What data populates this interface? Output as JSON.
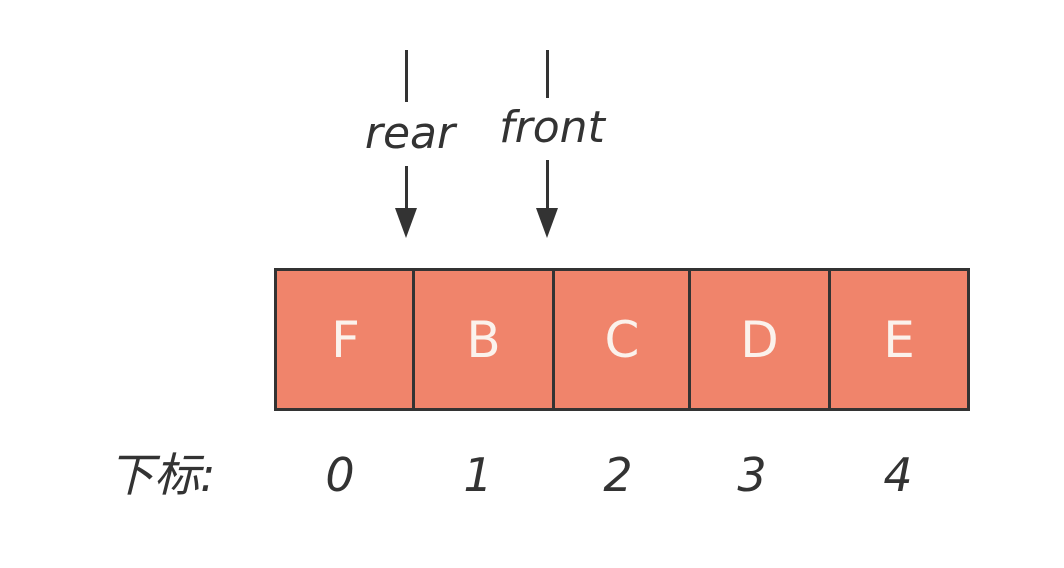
{
  "pointers": {
    "rear": "rear",
    "front": "front"
  },
  "cells": [
    "F",
    "B",
    "C",
    "D",
    "E"
  ],
  "index_label": "下标:",
  "indices": [
    "0",
    "1",
    "2",
    "3",
    "4"
  ],
  "colors": {
    "cell_fill": "#f0846b",
    "cell_text": "#fbf2ec",
    "stroke": "#333333"
  }
}
